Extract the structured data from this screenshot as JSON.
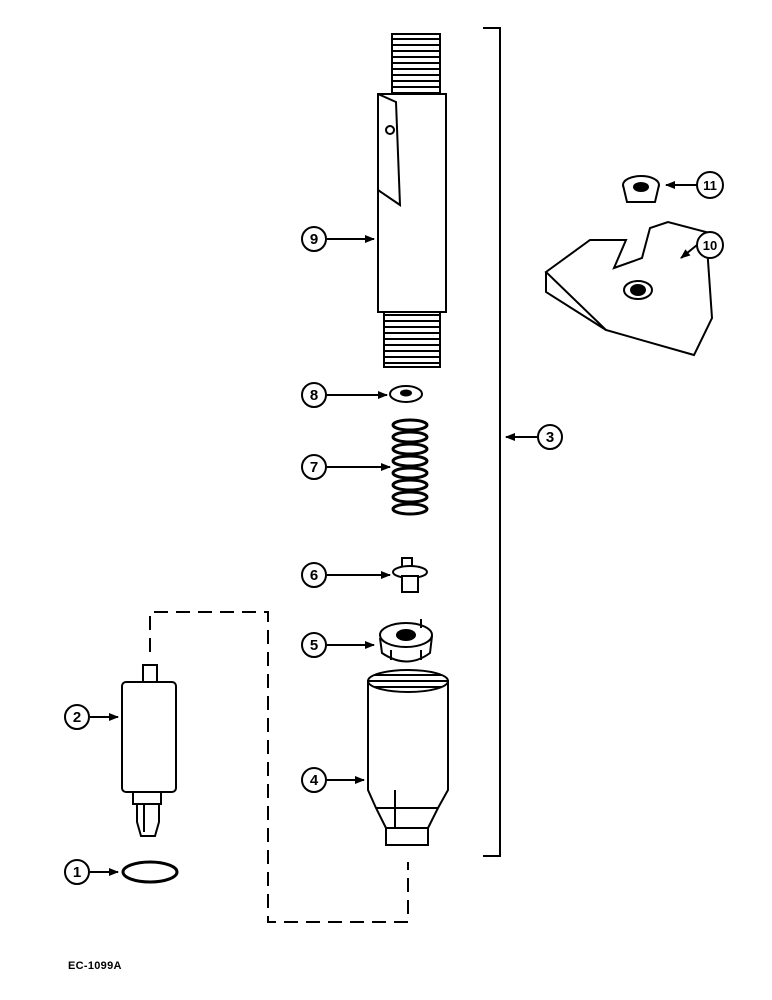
{
  "diagram": {
    "drawing_code": "EC-1099A",
    "callouts": [
      {
        "id": "1",
        "part": "washer"
      },
      {
        "id": "2",
        "part": "nozzle"
      },
      {
        "id": "3",
        "part": "injector-assembly"
      },
      {
        "id": "4",
        "part": "retaining-nut"
      },
      {
        "id": "5",
        "part": "spacer"
      },
      {
        "id": "6",
        "part": "spindle"
      },
      {
        "id": "7",
        "part": "spring"
      },
      {
        "id": "8",
        "part": "shim"
      },
      {
        "id": "9",
        "part": "injector-body"
      },
      {
        "id": "10",
        "part": "clamp"
      },
      {
        "id": "11",
        "part": "seal"
      }
    ]
  }
}
